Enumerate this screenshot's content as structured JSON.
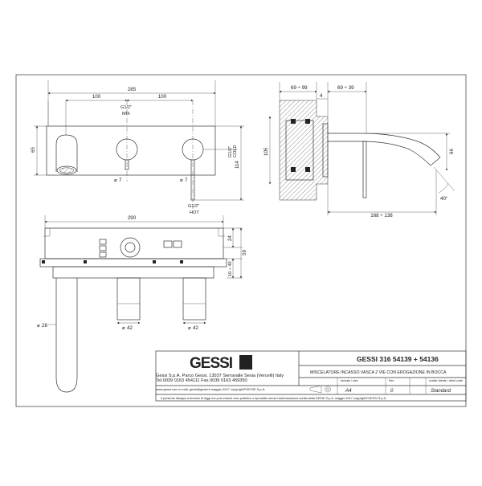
{
  "front_view": {
    "dim_total_width": "285",
    "dim_left_spacing": "100",
    "dim_right_spacing": "100",
    "mix_thread": "G1/2\"",
    "mix_label": "MIX",
    "cold_thread": "G1/2\"",
    "cold_label": "COLD",
    "hot_thread": "G1/2\"",
    "hot_label": "HOT",
    "dim_left_height": "65",
    "dim_right_height": "114",
    "lever_dia_left": "7",
    "lever_dia_right": "7"
  },
  "side_view": {
    "dim_top_left": "69 ÷ 99",
    "dim_top_right": "69 ÷ 39",
    "dim_wall": "4",
    "dim_height": "105",
    "dim_spout_height": "66",
    "dim_depth": "168 ÷ 138",
    "angle": "40°"
  },
  "plan_view": {
    "dim_width": "290",
    "dim_24": "24",
    "dim_59": "59",
    "dim_10_40": "10 ÷ 40",
    "dia_28": "28",
    "dia_42_left": "42",
    "dia_42_right": "42"
  },
  "title_block": {
    "logo_text": "GESSI",
    "product_code": "GESSI 316   54139 + 54136",
    "description": "MISCELATORE INCASSO VASCA 2 VIE CON EROGAZIONE IN BOCCA",
    "company_line1": "Gessi S.p.A. Parco Gessi, 13037 Serravalle Sesia (Vercelli) Italy",
    "company_line2": "Tel.0039  0163  454111   Fax.0039  0163  459350",
    "company_line3": "www.gessi.com   e-mail: gessi@gessi.it      maggio  2017     copyright©GESSI  S.p.A.",
    "formato_label": "formato / size",
    "formato_value": "A4",
    "rev_label": "Rev.",
    "rev_value": "0",
    "client_label": "codice cliente / client code",
    "client_value": "Standard",
    "footer_note": "Il presente disegno a termine di leggi non può essere reso pubblico o riprodotto senza l'autorizzazione scritta della GESSI S.p.A.       maggio  2017    copyright©GESSI  S.p.A."
  },
  "colors": {
    "line": "#333333",
    "background": "#ffffff"
  }
}
